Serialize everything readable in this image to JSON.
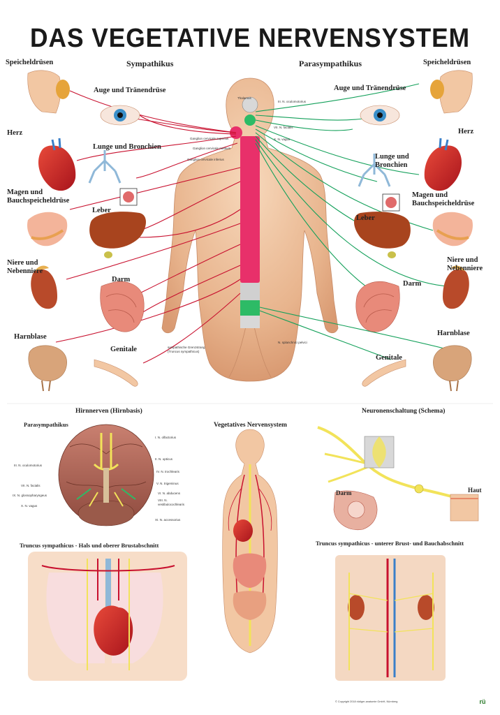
{
  "title": "DAS VEGETATIVE NERVENSYSTEM",
  "headers": {
    "sympathikus": "Sympathikus",
    "parasympathikus": "Parasympathikus"
  },
  "left_organs": {
    "speichel": "Speicheldrüsen",
    "auge": "Auge und Tränendrüse",
    "herz": "Herz",
    "lunge": "Lunge und Bronchien",
    "magen": "Magen und Bauchspeicheldrüse",
    "leber": "Leber",
    "niere": "Niere und Nebenniere",
    "darm": "Darm",
    "harnblase": "Harnblase",
    "genitale": "Genitale"
  },
  "right_organs": {
    "speichel": "Speicheldrüsen",
    "auge": "Auge und Tränendrüse",
    "herz": "Herz",
    "lunge": "Lunge und Bronchien",
    "magen": "Magen und Bauchspeicheldrüse",
    "leber": "Leber",
    "niere": "Niere und Nebenniere",
    "darm": "Darm",
    "harnblase": "Harnblase",
    "genitale": "Genitale"
  },
  "spine_labels": {
    "thalamus": "Thalamus",
    "n_oculomotorius": "III. N. oculomotorius",
    "n_facialis": "VII. N. facialis",
    "n_vagus": "X. N. vagus",
    "ggl_sup": "Ganglion cervicale superius",
    "ggl_med": "Ganglion cervicale medium",
    "ggl_inf": "Ganglion cervicale inferius",
    "n_splanch": "N. splanchnici pelvici",
    "truncus": "sympathische Grenzstrang (Truncus sympathicus)"
  },
  "sections": {
    "hirnnerven": "Hirnnerven (Hirnbasis)",
    "hirn_para": "Parasympathikus",
    "vegetatives": "Vegetatives Nervensystem",
    "neuronen": "Neuronenschaltung (Schema)",
    "darm": "Darm",
    "haut": "Haut",
    "truncus_hals": "Truncus sympathicus - Hals und oberer Brustabschnitt",
    "truncus_brust": "Truncus sympathicus - unterer Brust- und Bauchabschnitt"
  },
  "brain_labels": {
    "right": [
      "I. N. olfactorius",
      "II. N. opticus",
      "IV. N. trochlearis",
      "V. N. trigeminus",
      "VI. N. abducens",
      "VIII. N. vestibulocochlearis",
      "XI. N. accessorius"
    ],
    "left": [
      "III. N. oculomotorius",
      "VII. N. facialis",
      "IX. N. glossopharyngeus",
      "X. N. vagus"
    ]
  },
  "footer": "© Copyright 2018 rüdiger-anatomie GmbH, Nürnberg",
  "colors": {
    "sympathetic": "#c8102e",
    "parasympathetic": "#13a05a",
    "skin": "#f2c7a3",
    "spine_red": "#e8306a",
    "spine_green": "#2dbb66",
    "nerve_yellow": "#f2e35a"
  }
}
